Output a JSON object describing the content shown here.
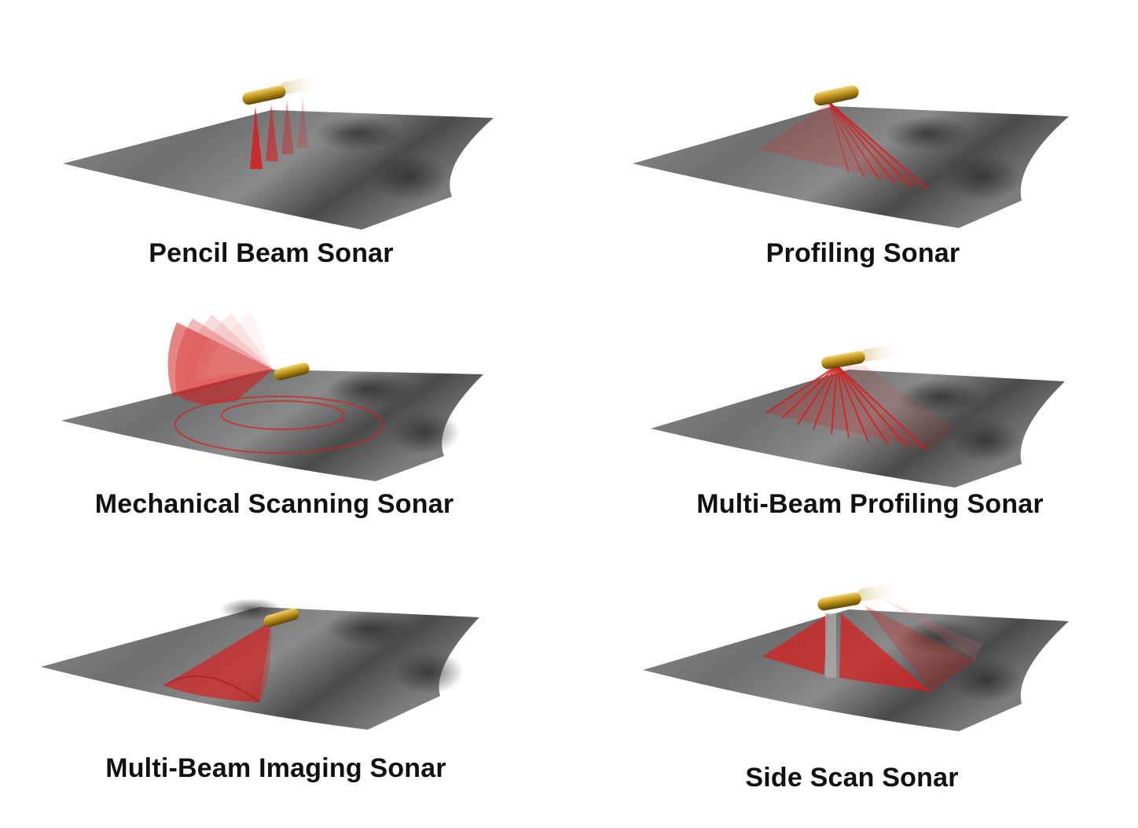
{
  "panels": [
    {
      "id": "pencil",
      "caption": "Pencil Beam Sonar"
    },
    {
      "id": "profiling",
      "caption": "Profiling Sonar"
    },
    {
      "id": "mechanical",
      "caption": "Mechanical Scanning Sonar"
    },
    {
      "id": "multibeam-profiling",
      "caption": "Multi-Beam Profiling Sonar"
    },
    {
      "id": "multibeam-imaging",
      "caption": "Multi-Beam Imaging Sonar"
    },
    {
      "id": "sidescan",
      "caption": "Side Scan Sonar"
    }
  ],
  "colors": {
    "seabed": "#7a7a7a",
    "seabed_dark": "#3c3c3c",
    "beam": "#d41f1f",
    "vehicle": "#c9a227",
    "caption": "#111111"
  }
}
